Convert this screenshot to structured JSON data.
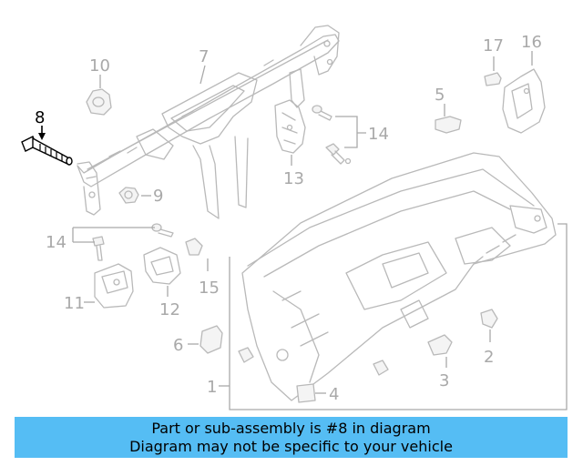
{
  "diagram": {
    "highlight_part": "8",
    "callouts": [
      "1",
      "2",
      "3",
      "4",
      "5",
      "6",
      "7",
      "8",
      "9",
      "10",
      "11",
      "12",
      "13",
      "14",
      "14",
      "15",
      "16",
      "17"
    ]
  },
  "banner": {
    "line1": "Part or sub-assembly is #8 in diagram",
    "line2": "Diagram may not be specific to your vehicle",
    "color": "#55bdf4"
  }
}
